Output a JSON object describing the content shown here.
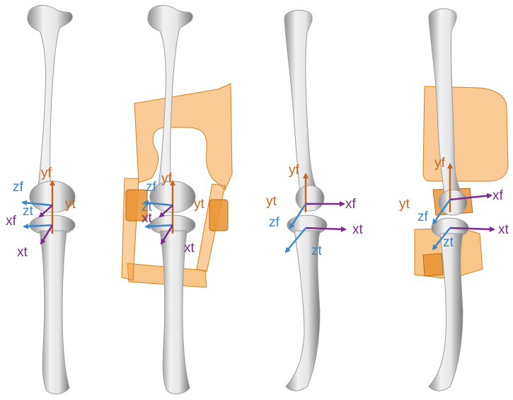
{
  "colors": {
    "bone_light": "#f2f2f2",
    "bone_mid": "#d4d4d4",
    "bone_dark": "#8f8f8f",
    "brace": "#f5a03c",
    "femoral_axis": "#c8641e",
    "z_axis": "#3c86c8",
    "tibial_axis": "#7a2c8c"
  },
  "panels": [
    {
      "view": "frontal",
      "brace": false,
      "labels": {
        "yf": "yf",
        "zf": "zf",
        "xf": "xf",
        "zt": "zt",
        "yt": "yt",
        "xt": "xt"
      }
    },
    {
      "view": "frontal",
      "brace": true,
      "labels": {
        "yf": "yf",
        "zf": "zf",
        "xt_inner": "xt",
        "zt": "zt",
        "yt": "yt",
        "xt": "xt"
      }
    },
    {
      "view": "sagittal",
      "brace": false,
      "labels": {
        "yf": "yf",
        "yt": "yt",
        "xf": "xf",
        "zf": "zf",
        "xt": "xt",
        "zt": "zt"
      }
    },
    {
      "view": "sagittal",
      "brace": true,
      "labels": {
        "yf": "yf",
        "yt": "yt",
        "xf": "xf",
        "zf": "zf",
        "xt": "xt",
        "zt": "zt"
      }
    }
  ]
}
